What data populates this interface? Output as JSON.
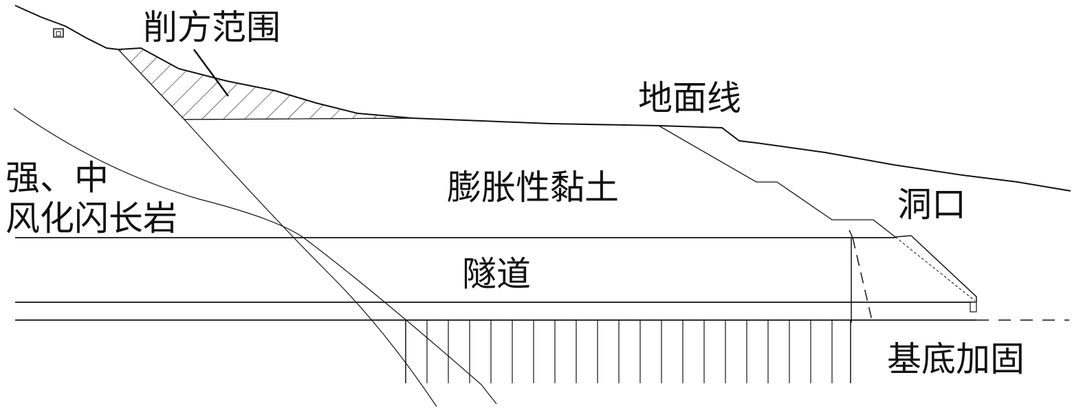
{
  "labels": {
    "excavation": "削方范围",
    "ground_line": "地面线",
    "rock_line1": "强、中",
    "rock_line2": "风化闪长岩",
    "clay": "膨胀性黏土",
    "portal": "洞口",
    "tunnel": "隧道",
    "base": "基底加固"
  },
  "colors": {
    "ink": "#111111",
    "background": "#ffffff"
  }
}
